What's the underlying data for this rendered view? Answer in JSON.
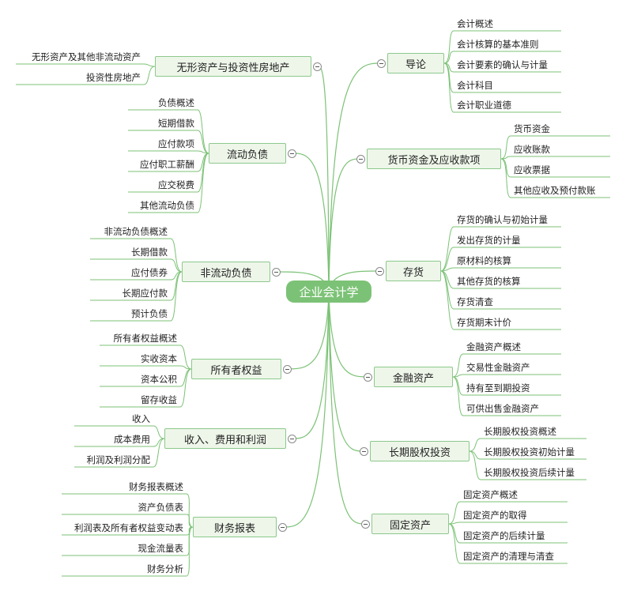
{
  "root": {
    "label": "企业会计学"
  },
  "colors": {
    "line": "#7cc276",
    "root_fill": "#7cc276",
    "branch_fill": "#eef6e9",
    "branch_border": "#8cc98c"
  },
  "right": [
    {
      "label": "导论",
      "leaves": [
        "会计概述",
        "会计核算的基本准则",
        "会计要素的确认与计量",
        "会计科目",
        "会计职业道德"
      ]
    },
    {
      "label": "货币资金及应收款项",
      "leaves": [
        "货币资金",
        "应收账款",
        "应收票据",
        "其他应收及预付款账"
      ]
    },
    {
      "label": "存货",
      "leaves": [
        "存货的确认与初始计量",
        "发出存货的计量",
        "原材料的核算",
        "其他存货的核算",
        "存货清查",
        "存货期末计价"
      ]
    },
    {
      "label": "金融资产",
      "leaves": [
        "金融资产概述",
        "交易性金融资产",
        "持有至到期投资",
        "可供出售金融资产"
      ]
    },
    {
      "label": "长期股权投资",
      "leaves": [
        "长期股权投资概述",
        "长期股权投资初始计量",
        "长期股权投资后续计量"
      ]
    },
    {
      "label": "固定资产",
      "leaves": [
        "固定资产概述",
        "固定资产的取得",
        "固定资产的后续计量",
        "固定资产的清理与清查"
      ]
    }
  ],
  "left": [
    {
      "label": "无形资产与投资性房地产",
      "leaves": [
        "无形资产及其他非流动资产",
        "投资性房地产"
      ]
    },
    {
      "label": "流动负债",
      "leaves": [
        "负债概述",
        "短期借款",
        "应付款项",
        "应付职工薪酬",
        "应交税费",
        "其他流动负债"
      ]
    },
    {
      "label": "非流动负债",
      "leaves": [
        "非流动负债概述",
        "长期借款",
        "应付债券",
        "长期应付款",
        "预计负债"
      ]
    },
    {
      "label": "所有者权益",
      "leaves": [
        "所有者权益概述",
        "实收资本",
        "资本公积",
        "留存收益"
      ]
    },
    {
      "label": "收入、费用和利润",
      "leaves": [
        "收入",
        "成本费用",
        "利润及利润分配"
      ]
    },
    {
      "label": "财务报表",
      "leaves": [
        "财务报表概述",
        "资产负债表",
        "利润表及所有者权益变动表",
        "现金流量表",
        "财务分析"
      ]
    }
  ]
}
